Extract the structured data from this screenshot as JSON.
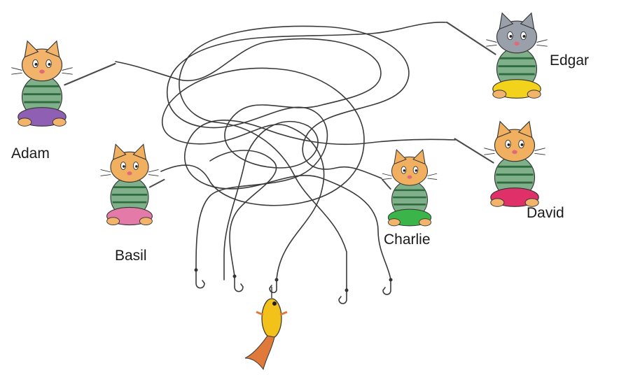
{
  "puzzle": {
    "cats": [
      {
        "name": "Adam",
        "icon": "cat-fisher-icon",
        "shirt": "#7fb08a",
        "pants": "#8f5fb3",
        "head": "#f2b46a"
      },
      {
        "name": "Basil",
        "icon": "cat-fisher-icon",
        "shirt": "#7fb08a",
        "pants": "#e37aa8",
        "head": "#f0b060"
      },
      {
        "name": "Charlie",
        "icon": "cat-fisher-icon",
        "shirt": "#7fb08a",
        "pants": "#3bb54a",
        "head": "#f0b060"
      },
      {
        "name": "David",
        "icon": "cat-fisher-icon",
        "shirt": "#7fb08a",
        "pants": "#e0306a",
        "head": "#f0b060"
      },
      {
        "name": "Edgar",
        "icon": "cat-fisher-icon",
        "shirt": "#7fb08a",
        "pants": "#f2d21a",
        "head": "#9aa0aa"
      }
    ],
    "fish": {
      "icon": "fish-icon",
      "color": "#f2c21a",
      "tail": "#e07a3a"
    },
    "line_color": "#3a3a3a"
  }
}
